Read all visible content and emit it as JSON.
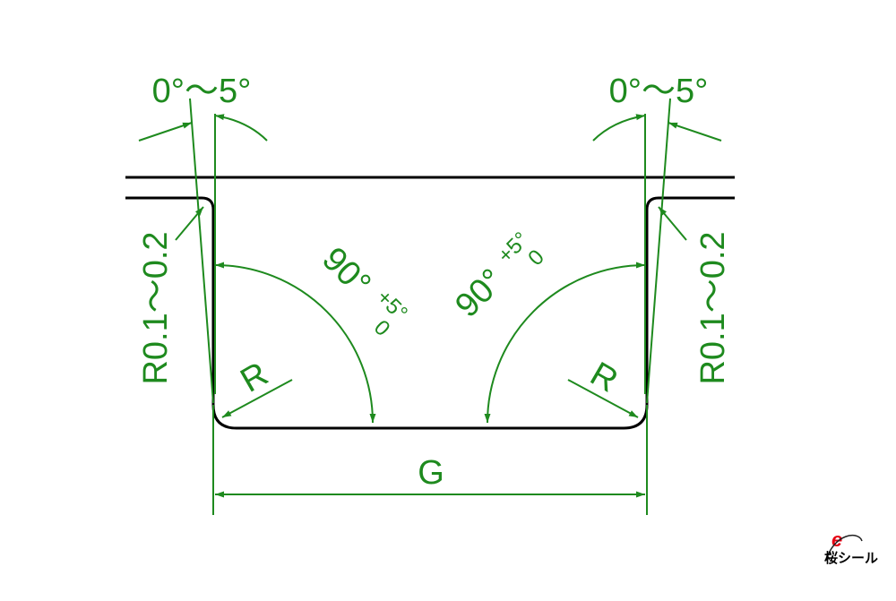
{
  "colors": {
    "dimension": "#1e8a1e",
    "outline": "#000000",
    "logo_red": "#e60012"
  },
  "labels": {
    "taper_left": "0°～5°",
    "taper_right": "0°～5°",
    "radius_left": "R0.1～0.2",
    "radius_right": "R0.1～0.2",
    "angle_main": "90°",
    "angle_tol_plus": "+5°",
    "angle_tol_minus": "0",
    "r_left": "R",
    "r_right": "R",
    "width": "G"
  },
  "logo": {
    "text": "桜シール",
    "mark": "e"
  }
}
